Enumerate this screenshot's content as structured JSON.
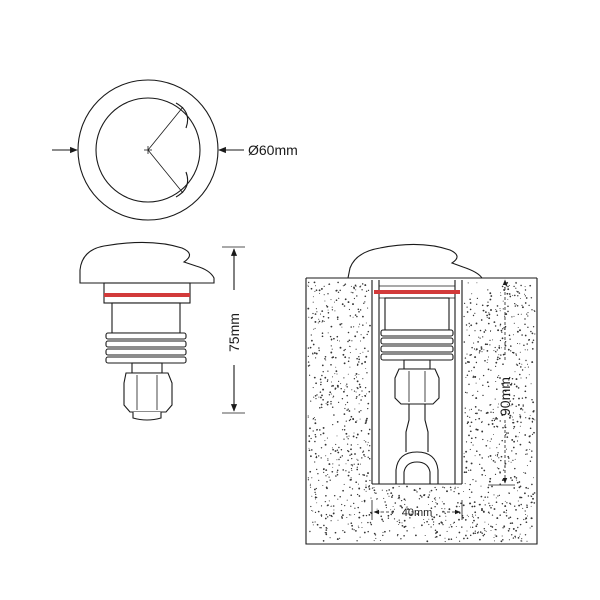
{
  "dimensions": {
    "diameter": "Ø60mm",
    "height": "75mm",
    "depth": "90mm",
    "width": "40mm"
  },
  "colors": {
    "line": "#1a1a1a",
    "seal": "#d23a3a",
    "ground_dots": "#333333"
  }
}
